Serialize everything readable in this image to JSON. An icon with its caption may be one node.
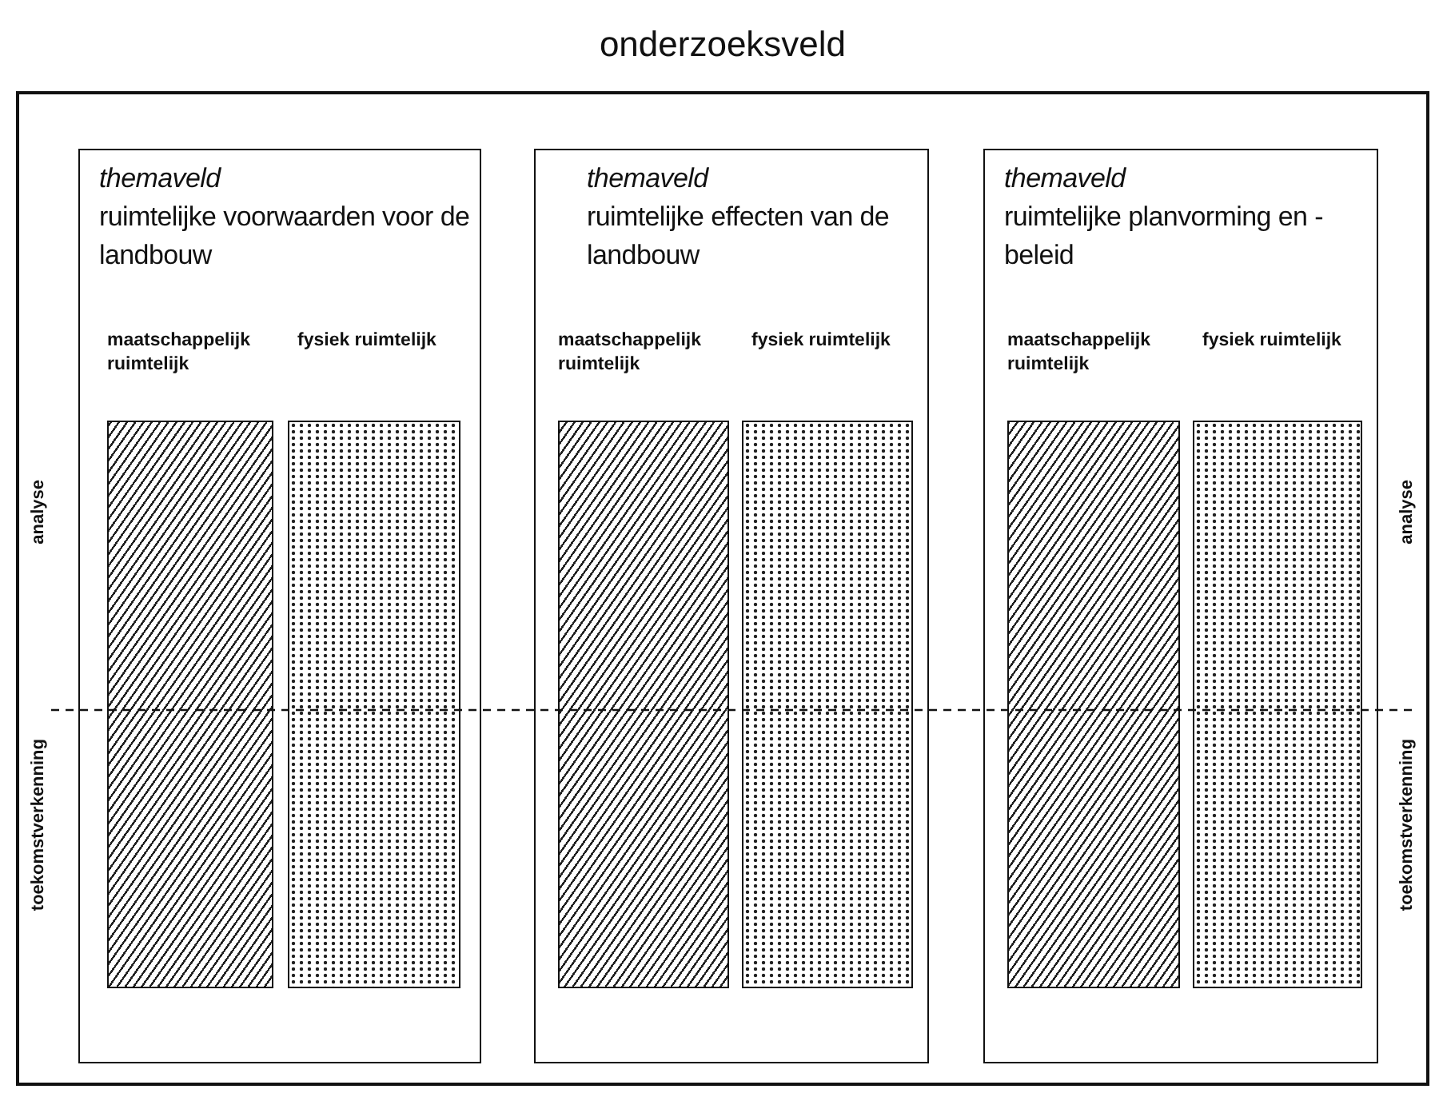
{
  "diagram": {
    "nodes": [
      {
        "text": [
          "onderzoeksveld"
        ]
      },
      {
        "text": [
          "themaveld",
          "ruimtelijke voorwaarden voor de landbouw"
        ],
        "in": 0
      },
      {
        "text": [
          "maatschappelijk ruimtelijk"
        ],
        "in": 1
      },
      {
        "text": [
          "fysiek ruimtelijk"
        ],
        "in": 1
      },
      {
        "text": [
          "themaveld",
          "ruimtelijke effecten van de landbouw"
        ],
        "in": 0
      },
      {
        "text": [
          "maatschappelijk ruimtelijk"
        ],
        "in": 4
      },
      {
        "text": [
          "fysiek ruimtelijk"
        ],
        "in": 4
      },
      {
        "text": [
          "themaveld",
          "ruimtelijke planvorming en - beleid"
        ],
        "in": 0
      },
      {
        "text": [
          "maatschappelijk ruimtelijk"
        ],
        "in": 7
      },
      {
        "text": [
          "fysiek ruimtelijk"
        ],
        "in": 7
      }
    ],
    "labels": [
      "analyse",
      "toekomstverkenning",
      "analyse",
      "toekomstverkenning"
    ]
  }
}
